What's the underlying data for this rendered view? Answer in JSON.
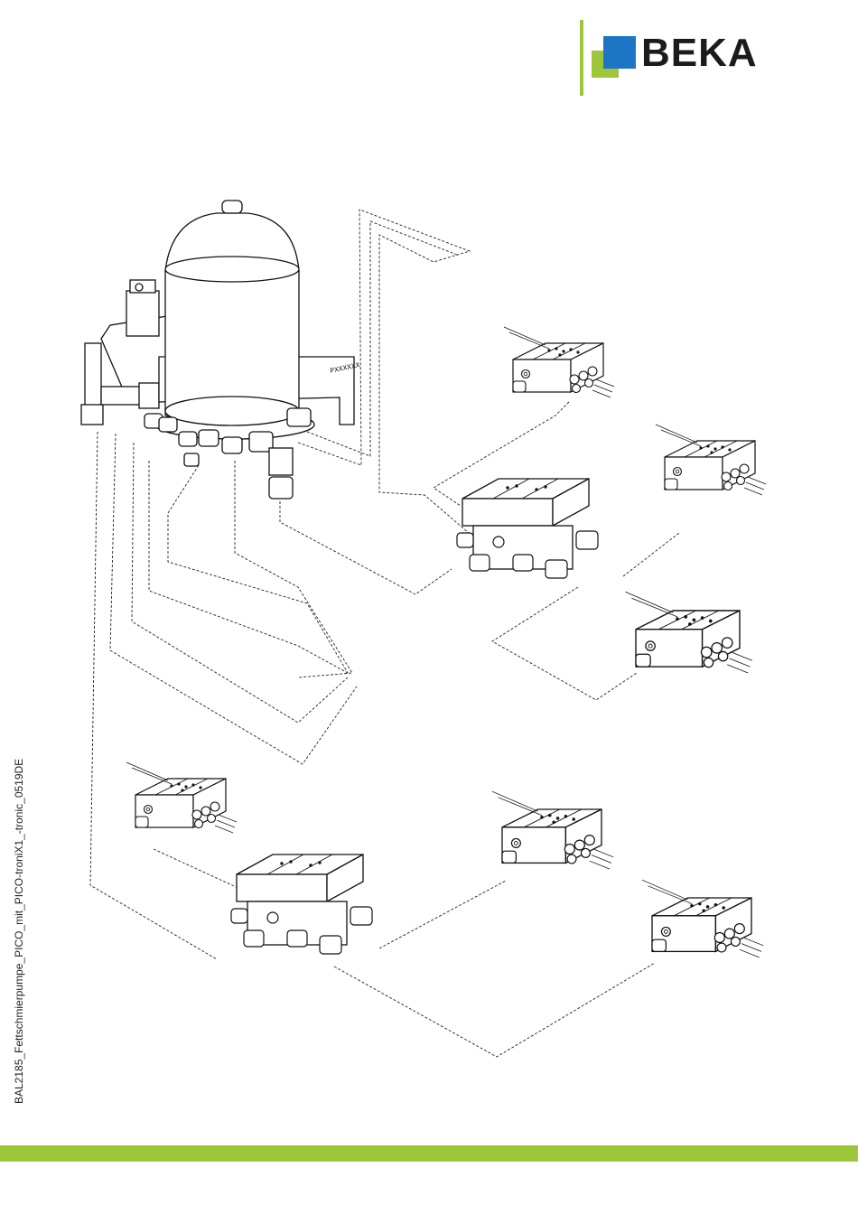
{
  "header": {
    "brand": "BEKA"
  },
  "pump": {
    "plate_text": "PXXXXXX"
  },
  "footer": {
    "document_code": "BAL2185_Fettschmierpumpe_PICO_mit_PICO-troniX1_-tronic_0519DE"
  },
  "colors": {
    "brand_green": "#9dc63b",
    "brand_blue": "#1f75c5",
    "line": "#1a1a1a"
  }
}
